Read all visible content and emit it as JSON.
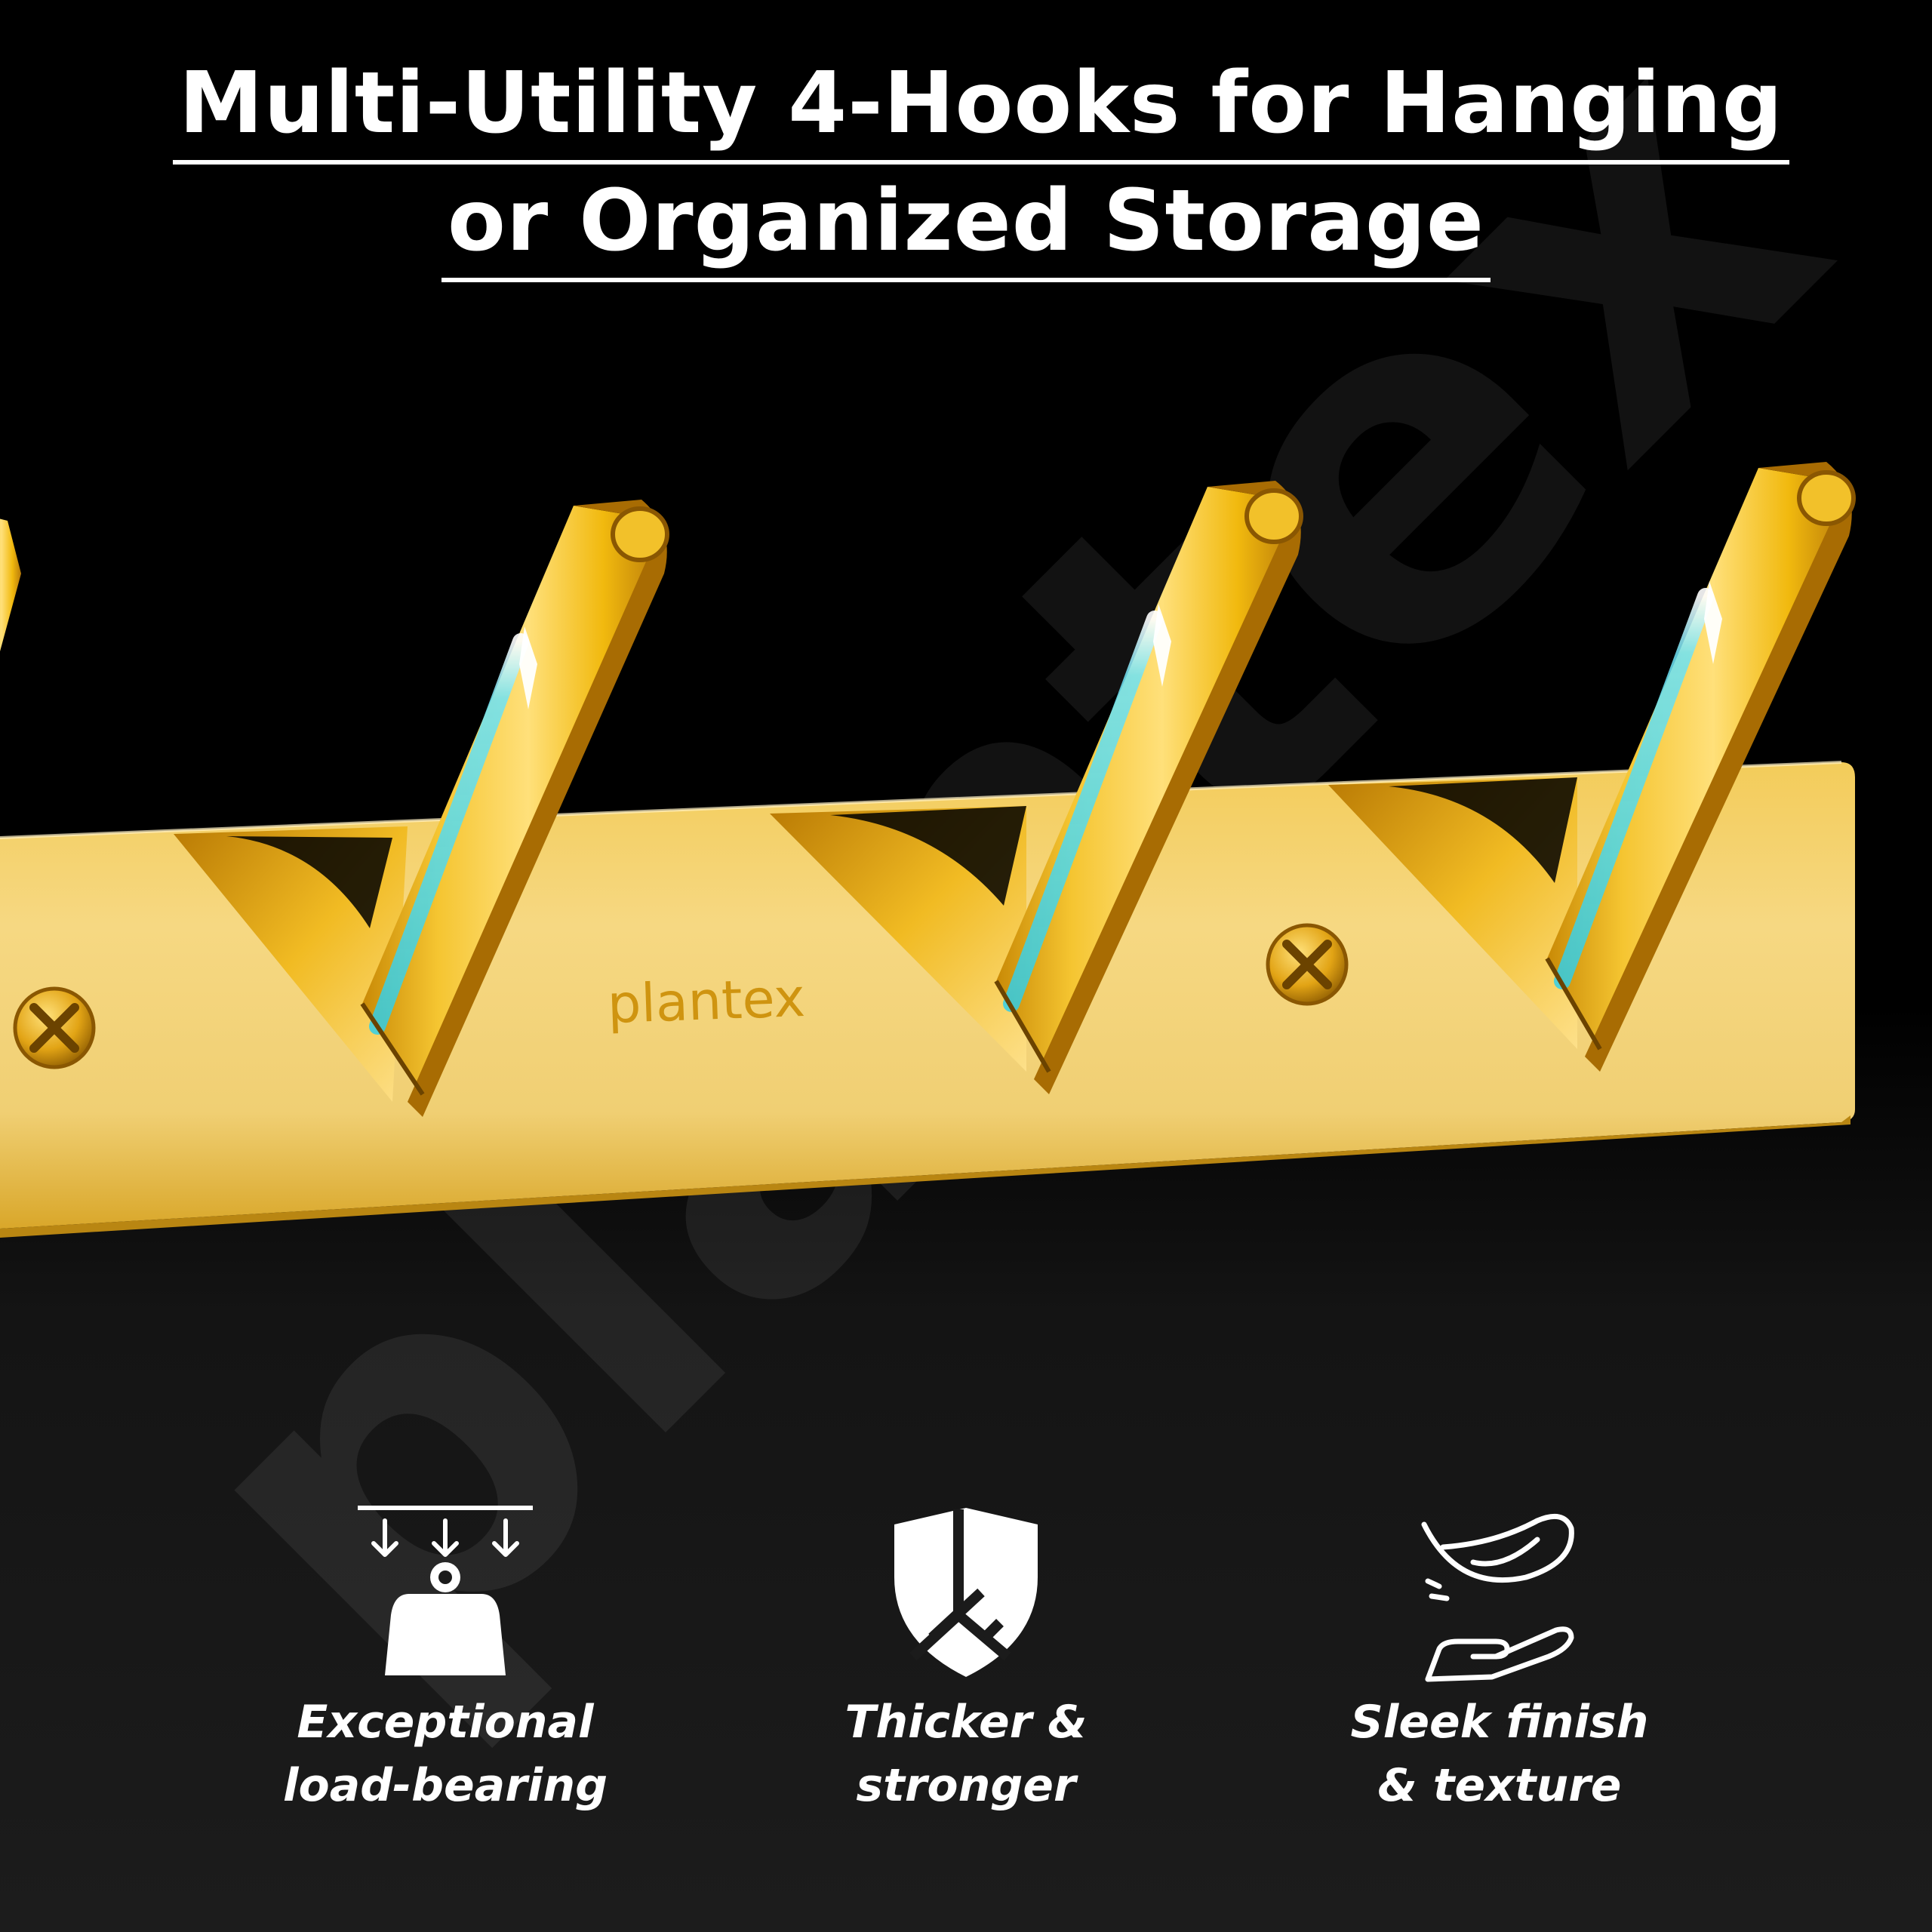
{
  "headline": {
    "line1": "Multi-Utility 4-Hooks for Hanging",
    "line2": "or Organized Storage"
  },
  "product": {
    "brand": "plantex",
    "watermark": "plantex",
    "metal_color": "#e9b21a",
    "highlight_color": "#46d6ea",
    "icons": [
      "screw-icon",
      "hook-icon"
    ]
  },
  "features": [
    {
      "icon": "weight-load-icon",
      "caption": "Exceptional\nload-bearing"
    },
    {
      "icon": "shield-icon",
      "caption": "Thicker &\nstronger"
    },
    {
      "icon": "feather-hand-icon",
      "caption": "Sleek finish\n& texture"
    }
  ]
}
